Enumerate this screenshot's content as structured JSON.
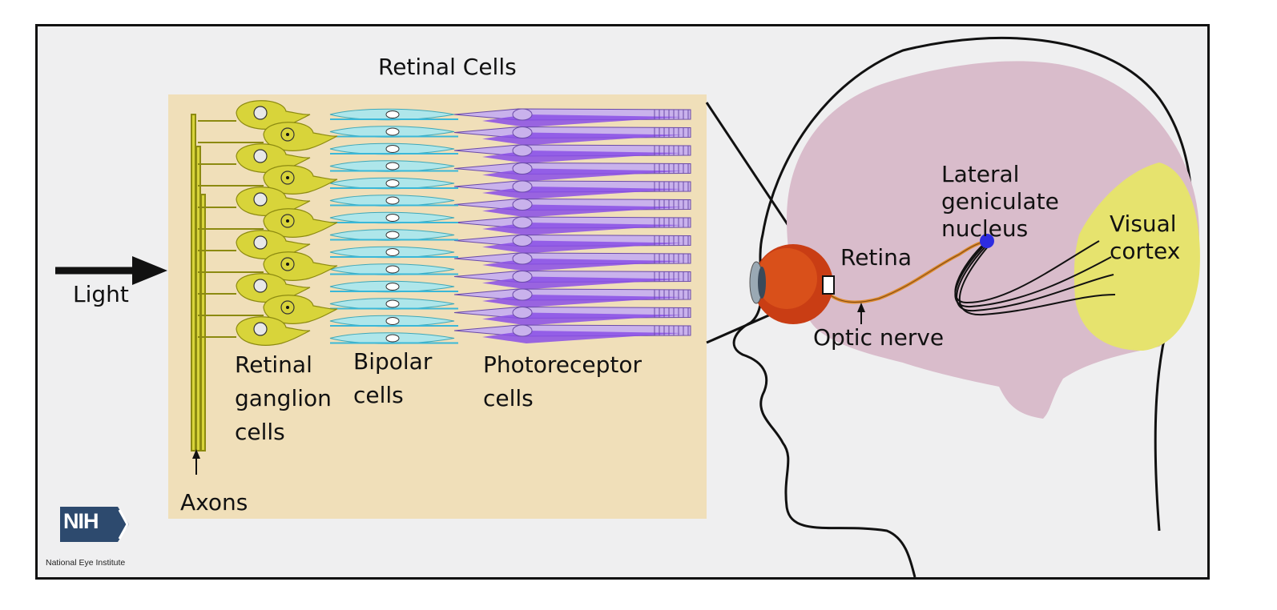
{
  "labels": {
    "retinal_cells_title": "Retinal Cells",
    "light": "Light",
    "retinal_ganglion_cells": "Retinal\nganglion\ncells",
    "bipolar_cells": "Bipolar\ncells",
    "photoreceptor_cells": "Photoreceptor\ncells",
    "axons": "Axons",
    "lateral_geniculate_nucleus": "Lateral\ngeniculate\nnucleus",
    "visual_cortex": "Visual\ncortex",
    "retina": "Retina",
    "optic_nerve": "Optic nerve"
  },
  "logo": {
    "text": "NIH",
    "subtitle": "National Eye Institute"
  },
  "colors": {
    "panel": "#f0dfb9",
    "ganglion": "#d8d43a",
    "bipolar": "#aee6ea",
    "photoreceptor_light": "#c9b2ec",
    "photoreceptor_dark": "#8a4fe6",
    "brain": "#d9bccb",
    "visual_cortex": "#e6e36e",
    "eye": "#d9491a",
    "lgn": "#2d2ce0",
    "nih_blue": "#2d4a6e"
  }
}
